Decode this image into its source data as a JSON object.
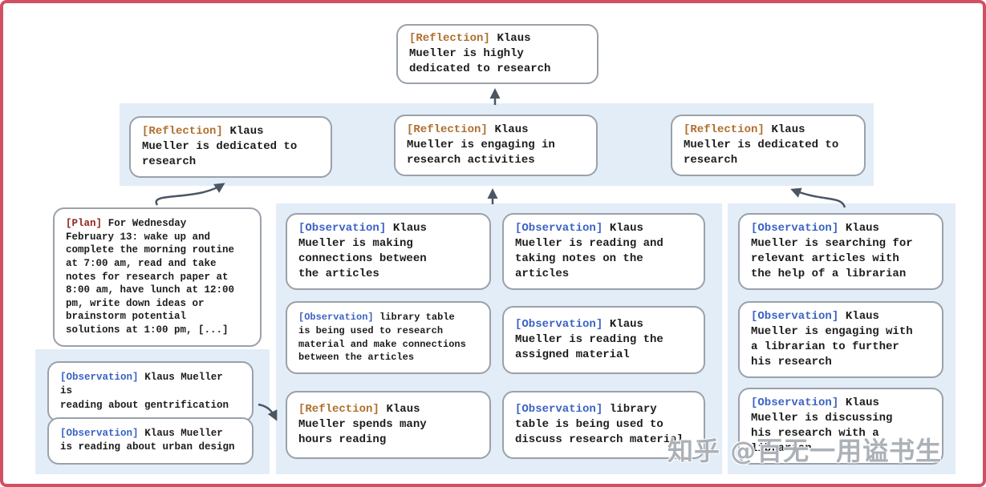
{
  "colors": {
    "frame_border": "#d25064",
    "background": "#ffffff",
    "band": "#e3edf8",
    "box_border": "#9aa1a9",
    "text": "#1c1c1c",
    "reflection_tag": "#b06f2d",
    "observation_tag": "#3b62c4",
    "plan_tag": "#93251c",
    "arrow": "#4b5663"
  },
  "watermark": {
    "text": "知乎 @百无一用谥书生"
  },
  "nodes": {
    "top": {
      "tag": "[Reflection]",
      "text": "Klaus\nMueller is highly\ndedicated to research"
    },
    "refl_left": {
      "tag": "[Reflection]",
      "text": "Klaus\nMueller is dedicated to\nresearch"
    },
    "refl_mid": {
      "tag": "[Reflection]",
      "text": "Klaus\nMueller is engaging in\nresearch activities"
    },
    "refl_right": {
      "tag": "[Reflection]",
      "text": "Klaus\nMueller is dedicated to\nresearch"
    },
    "plan": {
      "tag": "[Plan]",
      "text": "For Wednesday\nFebruary 13: wake up and\ncomplete the morning routine\nat 7:00 am, read and take\nnotes for research paper at\n8:00 am, have lunch at 12:00\npm, write down ideas or\nbrainstorm potential\nsolutions at 1:00 pm, [...]"
    },
    "obs_gentrification": {
      "tag": "[Observation]",
      "text": "Klaus Mueller is\nreading about gentrification"
    },
    "obs_urban_design": {
      "tag": "[Observation]",
      "text": "Klaus Mueller\nis reading about urban design"
    },
    "obs_connections": {
      "tag": "[Observation]",
      "text": "Klaus\nMueller is making\nconnections between\nthe articles"
    },
    "obs_library_research": {
      "tag": "[Observation]",
      "text": "library table\nis being used to research\nmaterial and make connections\nbetween the articles"
    },
    "refl_hours_reading": {
      "tag": "[Reflection]",
      "text": "Klaus\nMueller spends many\nhours reading"
    },
    "obs_taking_notes": {
      "tag": "[Observation]",
      "text": "Klaus\nMueller is reading and\ntaking notes on the\narticles"
    },
    "obs_assigned_material": {
      "tag": "[Observation]",
      "text": "Klaus\nMueller is reading the\nassigned material"
    },
    "obs_library_discuss": {
      "tag": "[Observation]",
      "text": "library\ntable is being used to\ndiscuss research material"
    },
    "obs_searching_articles": {
      "tag": "[Observation]",
      "text": "Klaus\nMueller is searching for\nrelevant articles with\nthe help of a librarian"
    },
    "obs_engaging_librarian": {
      "tag": "[Observation]",
      "text": "Klaus\nMueller is engaging with\na librarian to further\nhis research"
    },
    "obs_discussing_librarian": {
      "tag": "[Observation]",
      "text": "Klaus\nMueller is discussing\nhis research with a\nlibrarian"
    }
  }
}
